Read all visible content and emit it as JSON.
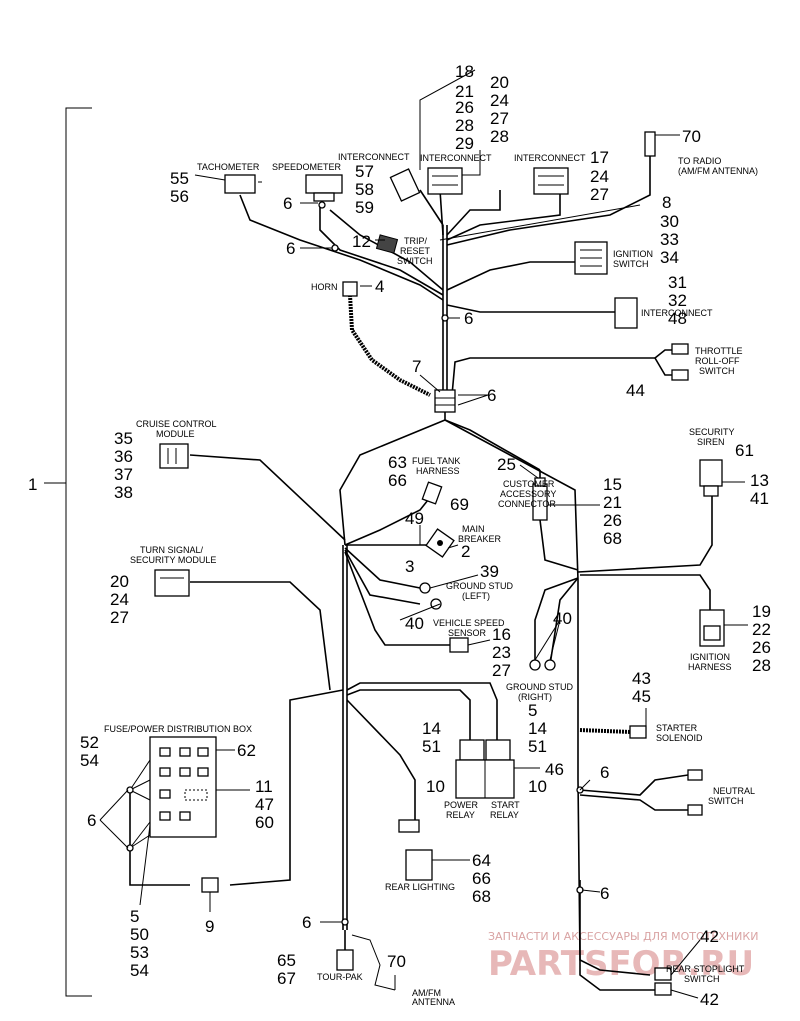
{
  "labels": {
    "tachometer": "TACHOMETER",
    "speedometer": "SPEEDOMETER",
    "interconnect": "INTERCONNECT",
    "to_radio_1": "TO RADIO",
    "to_radio_2": "(AM/FM ANTENNA)",
    "trip_reset_1": "TRIP/",
    "trip_reset_2": "RESET",
    "trip_reset_3": "SWITCH",
    "ignition_switch_1": "IGNITION",
    "ignition_switch_2": "SWITCH",
    "horn": "HORN",
    "throttle_1": "THROTTLE",
    "throttle_2": "ROLL-OFF",
    "throttle_3": "SWITCH",
    "cruise_1": "CRUISE CONTROL",
    "cruise_2": "MODULE",
    "fuel_tank_1": "FUEL TANK",
    "fuel_tank_2": "HARNESS",
    "customer_1": "CUSTOMER",
    "customer_2": "ACCESSORY",
    "customer_3": "CONNECTOR",
    "security_siren_1": "SECURITY",
    "security_siren_2": "SIREN",
    "main_breaker_1": "MAIN",
    "main_breaker_2": "BREAKER",
    "turn_signal_1": "TURN SIGNAL/",
    "turn_signal_2": "SECURITY MODULE",
    "ground_left_1": "GROUND STUD",
    "ground_left_2": "(LEFT)",
    "vss_1": "VEHICLE SPEED",
    "vss_2": "SENSOR",
    "ground_right_1": "GROUND STUD",
    "ground_right_2": "(RIGHT)",
    "ignition_harness_1": "IGNITION",
    "ignition_harness_2": "HARNESS",
    "fuse_box": "FUSE/POWER DISTRIBUTION BOX",
    "starter_1": "STARTER",
    "starter_2": "SOLENOID",
    "power_relay_1": "POWER",
    "power_relay_2": "RELAY",
    "start_relay_1": "START",
    "start_relay_2": "RELAY",
    "neutral_1": "NEUTRAL",
    "neutral_2": "SWITCH",
    "rear_lighting": "REAR LIGHTING",
    "rear_stoplight_1": "REAR STOPLIGHT",
    "rear_stoplight_2": "SWITCH",
    "tour_pak": "TOUR-PAK",
    "amfm_1": "AM/FM",
    "amfm_2": "ANTENNA"
  },
  "callouts": {
    "c1": "1",
    "c18": "18",
    "c21a": "21",
    "c26a": "26",
    "c28a": "28",
    "c29": "29",
    "c20a": "20",
    "c24a": "24",
    "c27a": "27",
    "c28b": "28",
    "c70a": "70",
    "c17": "17",
    "c24b": "24",
    "c27b": "27",
    "c55": "55",
    "c56": "56",
    "c57": "57",
    "c58": "58",
    "c59": "59",
    "c6a": "6",
    "c8": "8",
    "c30": "30",
    "c33": "33",
    "c34": "34",
    "c12": "12",
    "c6b": "6",
    "c31": "31",
    "c32": "32",
    "c48": "48",
    "c4": "4",
    "c6c": "6",
    "c7": "7",
    "c6d": "6",
    "c44": "44",
    "c35": "35",
    "c36": "36",
    "c37": "37",
    "c38": "38",
    "c61": "61",
    "c63": "63",
    "c66a": "66",
    "c25": "25",
    "c15": "15",
    "c21b": "21",
    "c26b": "26",
    "c68a": "68",
    "c13": "13",
    "c41": "41",
    "c69": "69",
    "c49": "49",
    "c2": "2",
    "c3": "3",
    "c20b": "20",
    "c24c": "24",
    "c27c": "27",
    "c39": "39",
    "c40a": "40",
    "c40b": "40",
    "c16": "16",
    "c23": "23",
    "c27d": "27",
    "c19": "19",
    "c22": "22",
    "c26c": "26",
    "c28c": "28",
    "c43": "43",
    "c45": "45",
    "c5a": "5",
    "c14a": "14",
    "c14b": "14",
    "c51a": "51",
    "c51b": "51",
    "c52": "52",
    "c54a": "54",
    "c62": "62",
    "c46": "46",
    "c10a": "10",
    "c10b": "10",
    "c6e": "6",
    "c11": "11",
    "c47": "47",
    "c60": "60",
    "c6f": "6",
    "c64": "64",
    "c66b": "66",
    "c68b": "68",
    "c5b": "5",
    "c50": "50",
    "c53": "53",
    "c54b": "54",
    "c9": "9",
    "c6g": "6",
    "c6h": "6",
    "c42a": "42",
    "c42b": "42",
    "c65": "65",
    "c67": "67",
    "c70b": "70"
  },
  "watermark": {
    "line1": "ЗАПЧАСТИ И АКСЕССУАРЫ ДЛЯ МОТОТЕХНИКИ",
    "line2": "PARTSFOR.RU"
  }
}
